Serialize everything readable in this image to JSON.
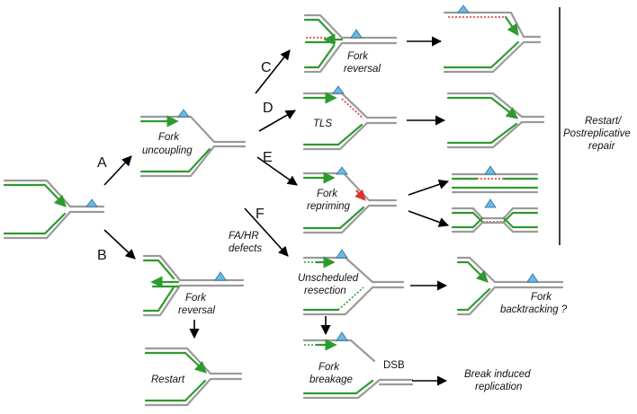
{
  "steps": {
    "a": "A",
    "b": "B",
    "c": "C",
    "d": "D",
    "e": "E",
    "f": "F"
  },
  "labels": {
    "fork_uncoupling_1": "Fork",
    "fork_uncoupling_2": "uncoupling",
    "fork_reversal_top_1": "Fork",
    "fork_reversal_top_2": "reversal",
    "tls": "TLS",
    "fork_repriming_1": "Fork",
    "fork_repriming_2": "repriming",
    "fa_hr_1": "FA/HR",
    "fa_hr_2": "defects",
    "unscheduled_1": "Unscheduled",
    "unscheduled_2": "resection",
    "fork_reversal_bottom_1": "Fork",
    "fork_reversal_bottom_2": "reversal",
    "restart": "Restart",
    "fork_backtracking_1": "Fork",
    "fork_backtracking_2": "backtracking ?",
    "fork_breakage_1": "Fork",
    "fork_breakage_2": "breakage",
    "dsb": "DSB",
    "bir_1": "Break induced",
    "bir_2": "replication",
    "restart_post_1": "Restart/",
    "restart_post_2": "Postreplicative",
    "restart_post_3": "repair"
  },
  "colors": {
    "template_strand": "#9a9a9a",
    "nascent_strand": "#2e9a2e",
    "lesion": "#6cb8e6",
    "gap_red": "#e0302a"
  }
}
